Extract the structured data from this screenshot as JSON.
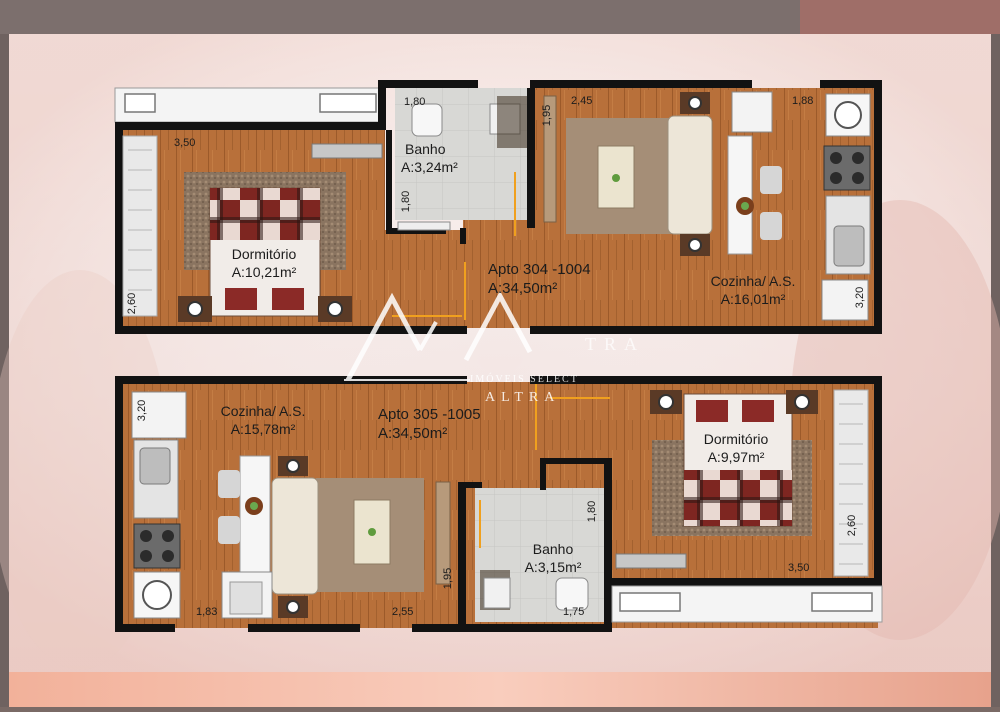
{
  "colors": {
    "wall": "#121212",
    "floor": "#b8703a",
    "tile": "#d9d9d6",
    "rug": "#9a8670",
    "bed_red": "#8a2a24",
    "page_bg": "#f6ecea",
    "frame": "#6f6260"
  },
  "watermark": {
    "company": "ALTRA",
    "sub": "IMÓVEIS SELECT",
    "partial": "TRA"
  },
  "top_unit": {
    "apartment": "Apto 304 -1004",
    "apartment_area": "A:34,50m²",
    "bedroom": "Dormitório",
    "bedroom_area": "A:10,21m²",
    "bath": "Banho",
    "bath_area": "A:3,24m²",
    "kitchen": "Cozinha/ A.S.",
    "kitchen_area": "A:16,01m²",
    "dims": {
      "bedroom_width": "3,50",
      "bedroom_depth": "2,60",
      "bath_width": "1,80",
      "bath_depth": "1,80",
      "hall": "1,95",
      "living": "2,45",
      "kitchen_width": "1,88",
      "kitchen_depth": "3,20"
    }
  },
  "bottom_unit": {
    "apartment": "Apto 305 -1005",
    "apartment_area": "A:34,50m²",
    "kitchen": "Cozinha/ A.S.",
    "kitchen_area": "A:15,78m²",
    "bedroom": "Dormitório",
    "bedroom_area": "A:9,97m²",
    "bath": "Banho",
    "bath_area": "A:3,15m²",
    "dims": {
      "kitchen_depth": "3,20",
      "kitchen_width": "1,83",
      "living": "2,55",
      "hall": "1,95",
      "bath_depth": "1,80",
      "bath_width": "1,75",
      "bedroom_width": "3,50",
      "bedroom_depth": "2,60"
    }
  }
}
